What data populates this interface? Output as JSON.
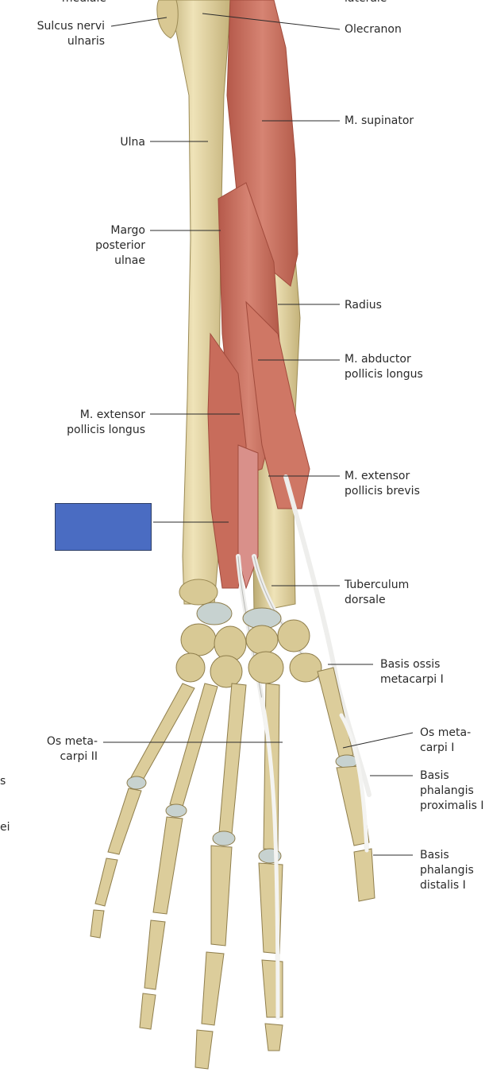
{
  "colors": {
    "bone": "#e3d5a6",
    "bone_shadow": "#b9a86f",
    "cartilage": "#c7d2d0",
    "muscle": "#c9705f",
    "muscle_dark": "#a8503f",
    "tendon": "#eeeeec",
    "leader": "#2b2b2b",
    "label_box": "#4a6cc2"
  },
  "labels": {
    "top_left_cut": "mediale",
    "top_right_cut": "laterale",
    "sulcus": "Sulcus nervi\nulnaris",
    "olecranon": "Olecranon",
    "supinator": "M. supinator",
    "ulna": "Ulna",
    "margo": "Margo\nposterior\nulnae",
    "radius": "Radius",
    "abductor": "M. abductor\npollicis longus",
    "ext_longus": "M. extensor\npollicis longus",
    "ext_brevis": "M. extensor\npollicis brevis",
    "tuberculum": "Tuberculum\ndorsale",
    "basis_metacarpi": "Basis ossis\nmetacarpi I",
    "os_meta_ii": "Os meta-\ncarpi II",
    "os_meta_i": "Os meta-\ncarpi I",
    "basis_prox": "Basis\nphalangis\nproximalis I",
    "basis_dist": "Basis\nphalangis\ndistalis I",
    "left_edge_a": "s",
    "left_edge_b": "ei"
  },
  "hidden_label": {
    "fill": "#4a6cc2"
  }
}
